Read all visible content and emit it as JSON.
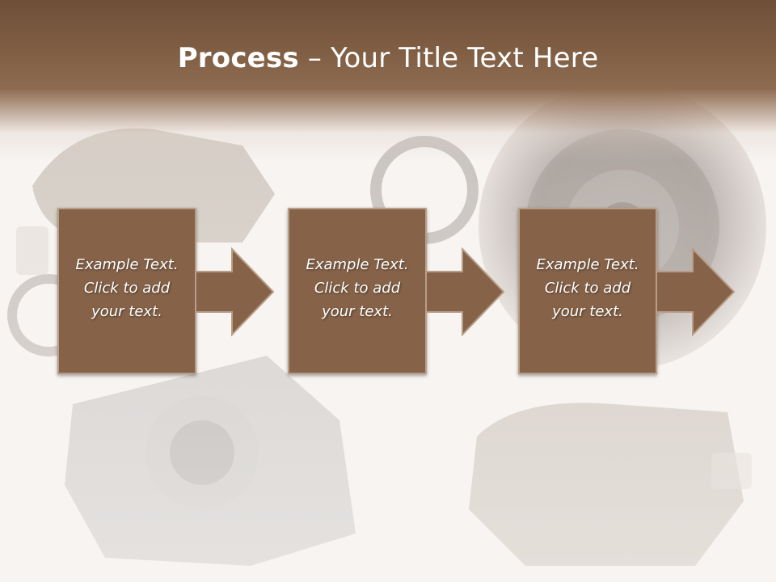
{
  "slide": {
    "title_bold": "Process",
    "title_rest": " – Your Title Text Here",
    "steps": [
      {
        "lines": [
          "Example Text.",
          "Click  to add",
          "your text."
        ]
      },
      {
        "lines": [
          "Example Text.",
          "Click  to add",
          "your text."
        ]
      },
      {
        "lines": [
          "Example Text.",
          "Click  to add",
          "your text."
        ]
      }
    ]
  },
  "colors": {
    "title_bar": "#7f5d43",
    "box_fill": "#856248",
    "box_border": "#b89e88",
    "text": "#ffffff"
  }
}
